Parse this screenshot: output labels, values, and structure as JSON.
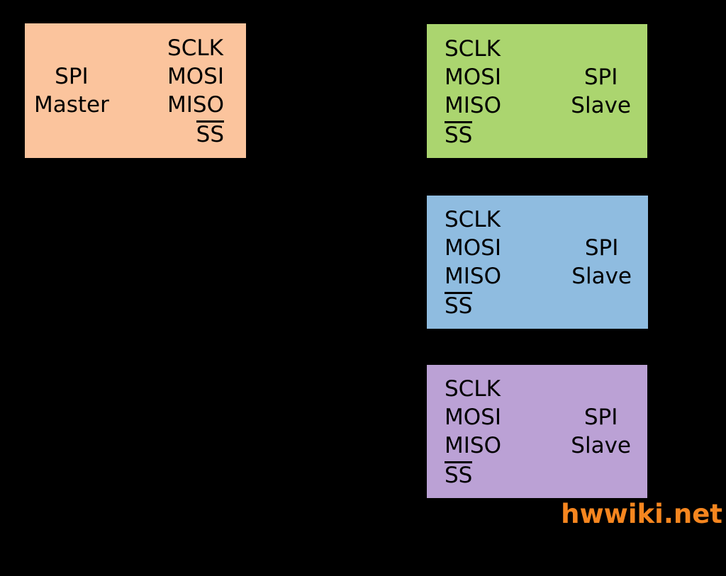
{
  "canvas": {
    "background": "#000000"
  },
  "master": {
    "label_line1": "SPI",
    "label_line2": "Master",
    "pins": [
      "SCLK",
      "MOSI",
      "MISO",
      "SS"
    ],
    "ss_active_low": true,
    "fill": "#FBC49D"
  },
  "slaves": [
    {
      "label_line1": "SPI",
      "label_line2": "Slave",
      "pins": [
        "SCLK",
        "MOSI",
        "MISO",
        "SS"
      ],
      "ss_active_low": true,
      "fill": "#ABD56F"
    },
    {
      "label_line1": "SPI",
      "label_line2": "Slave",
      "pins": [
        "SCLK",
        "MOSI",
        "MISO",
        "SS"
      ],
      "ss_active_low": true,
      "fill": "#8FBCE0"
    },
    {
      "label_line1": "SPI",
      "label_line2": "Slave",
      "pins": [
        "SCLK",
        "MOSI",
        "MISO",
        "SS"
      ],
      "ss_active_low": true,
      "fill": "#BBA1D5"
    }
  ],
  "watermark": {
    "text": "hwwiki.net",
    "color": "#F6861F"
  }
}
